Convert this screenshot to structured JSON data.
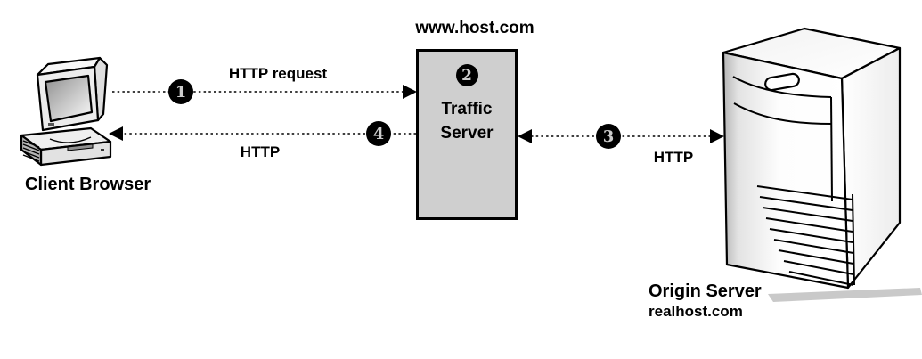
{
  "client": {
    "label": "Client Browser"
  },
  "proxy": {
    "hostname": "www.host.com",
    "step": "2",
    "name_line1": "Traffic",
    "name_line2": "Server"
  },
  "origin": {
    "label": "Origin Server",
    "hostname": "realhost.com"
  },
  "flows": {
    "client_to_proxy": {
      "step": "1",
      "label": "HTTP request",
      "arrow": "right"
    },
    "proxy_origin": {
      "step": "3",
      "label": "HTTP",
      "arrow": "both"
    },
    "proxy_to_client": {
      "step": "4",
      "label": "HTTP",
      "arrow": "left"
    }
  },
  "colors": {
    "proxy_box_fill": "#cfcfcf",
    "badge_bg": "#000000",
    "badge_text": "#cccccc",
    "line": "#000000"
  }
}
